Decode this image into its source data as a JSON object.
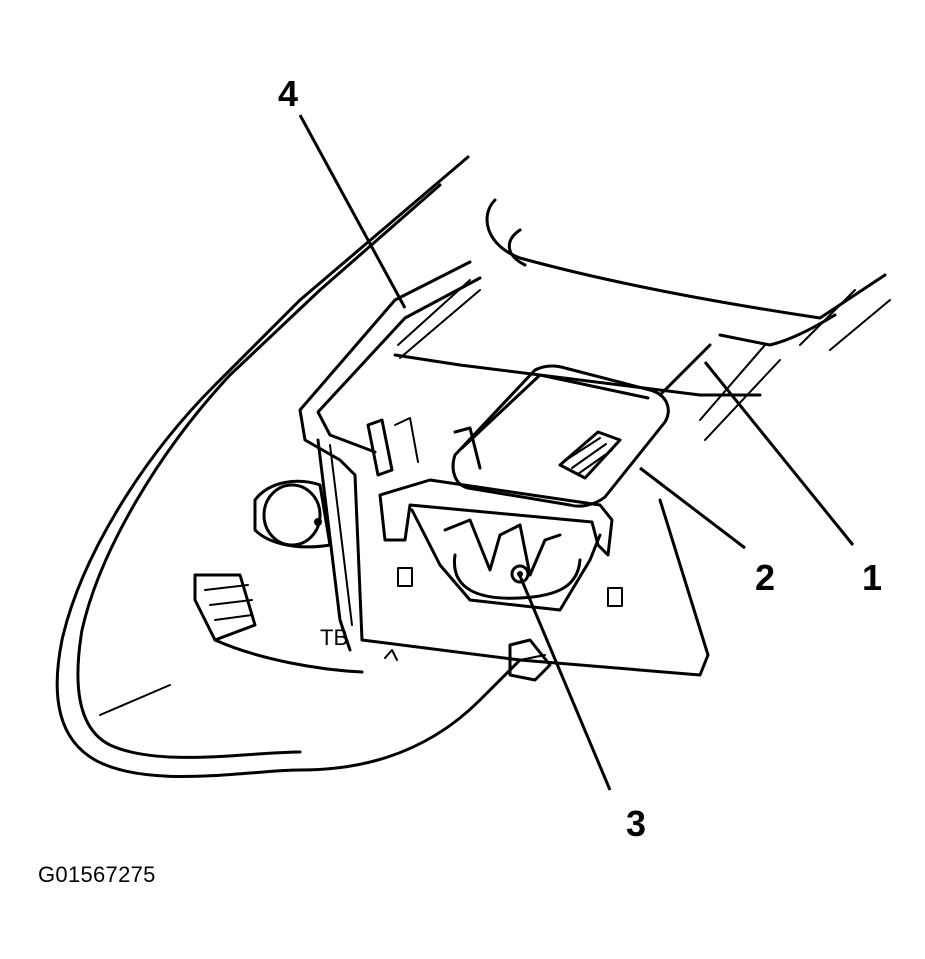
{
  "callouts": [
    {
      "id": "1",
      "text": "1"
    },
    {
      "id": "2",
      "text": "2"
    },
    {
      "id": "3",
      "text": "3"
    },
    {
      "id": "4",
      "text": "4"
    }
  ],
  "figure_id": "G01567275",
  "molded_text": "TB"
}
